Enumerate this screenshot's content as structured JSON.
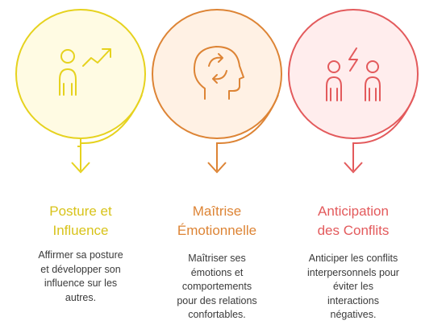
{
  "colors": {
    "yellow": "#E6D21E",
    "yellow_fill": "#FFFBE3",
    "orange": "#DD8435",
    "orange_fill": "#FFF1E4",
    "red": "#E35A5C",
    "red_fill": "#FFEDED"
  },
  "steps": [
    {
      "title": "Posture et\nInfluence",
      "description": "Affirmer sa posture\net développer son\ninfluence sur les\nautres.",
      "icon": "person-growth-arrow-icon"
    },
    {
      "title": "Maîtrise\nÉmotionnelle",
      "description": "Maîtriser ses\némotions et\ncomportements\npour des relations\nconfortables.",
      "icon": "head-cycle-arrows-icon"
    },
    {
      "title": "Anticipation\ndes Conflits",
      "description": "Anticiper les conflits\ninterpersonnels pour\néviter les\ninteractions\nnégatives.",
      "icon": "two-people-lightning-icon"
    }
  ]
}
